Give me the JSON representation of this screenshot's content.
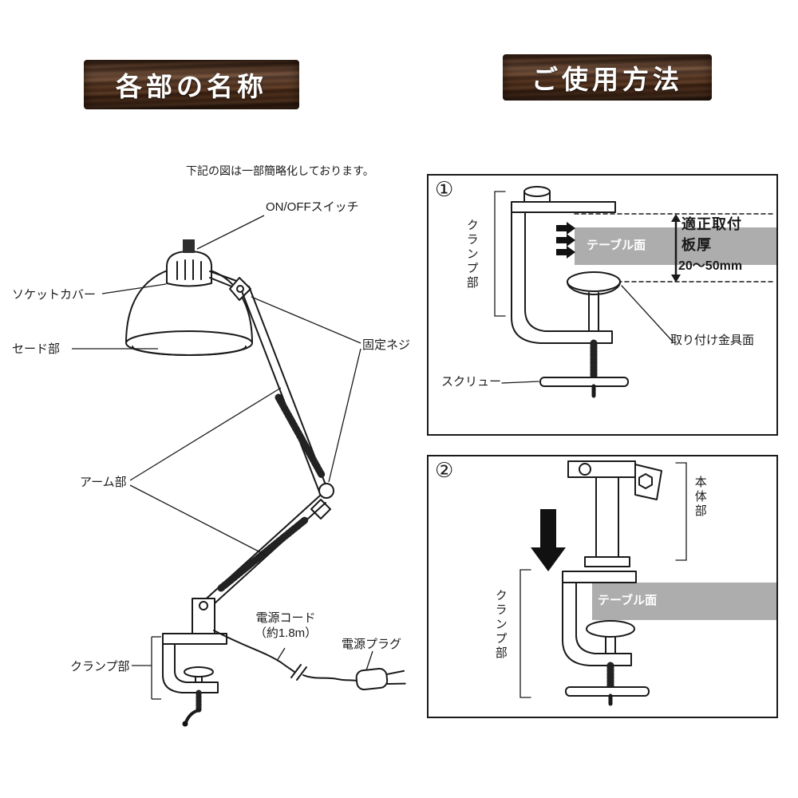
{
  "headers": {
    "parts_title": "各部の名称",
    "usage_title": "ご使用方法"
  },
  "parts_diagram": {
    "note": "下記の図は一部簡略化しております。",
    "labels": {
      "switch": "ON/OFFスイッチ",
      "socket_cover": "ソケットカバー",
      "shade": "セード部",
      "fixing_screw": "固定ネジ",
      "arm": "アーム部",
      "cord_line1": "電源コード",
      "cord_line2": "（約1.8m）",
      "plug": "電源プラグ",
      "clamp": "クランプ部"
    }
  },
  "usage_steps": {
    "step1": {
      "number": "①",
      "clamp": "クランプ部",
      "table": "テーブル面",
      "thickness_line1": "適正取付",
      "thickness_line2": "板厚",
      "thickness_range": "20〜50mm",
      "bracket_face": "取り付け金具面",
      "screw": "スクリュー"
    },
    "step2": {
      "number": "②",
      "body": "本体部",
      "clamp": "クランプ部",
      "table": "テーブル面"
    }
  },
  "colors": {
    "wood_dark": "#3f2414",
    "wood_mid": "#5a3a22",
    "table_gray": "#adadad",
    "line_black": "#1a1a1a"
  }
}
